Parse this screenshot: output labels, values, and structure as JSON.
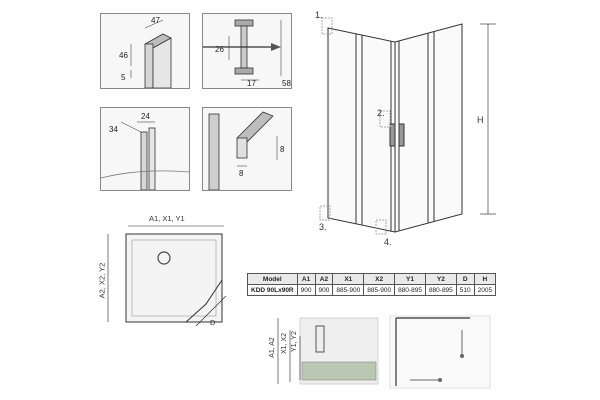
{
  "details": {
    "p1": {
      "num": "1.",
      "d1": "47",
      "d2": "46",
      "d3": "5"
    },
    "p2": {
      "num": "2.",
      "d1": "26",
      "d2": "17",
      "d3": "58"
    },
    "p3": {
      "num": "3.",
      "d1": "24",
      "d2": "34"
    },
    "p4": {
      "num": "4.",
      "d1": "8",
      "d2": "8"
    }
  },
  "elevation": {
    "callout1": "1.",
    "callout2": "2.",
    "callout3": "3.",
    "callout4": "4.",
    "height_label": "H"
  },
  "plan": {
    "top_label": "A1, X1, Y1",
    "side_label": "A2, X2, Y2",
    "diag_label": "D"
  },
  "table": {
    "headers": [
      "Model",
      "A1",
      "A2",
      "X1",
      "X2",
      "Y1",
      "Y2",
      "D",
      "H"
    ],
    "rows": [
      [
        "KDD 90Lx90R",
        "900",
        "900",
        "885-900",
        "885-900",
        "880-895",
        "880-895",
        "510",
        "2005"
      ]
    ]
  },
  "section": {
    "label_a": "A1, A2",
    "label_x": "X1, X2",
    "label_y": "Y1, Y2"
  }
}
